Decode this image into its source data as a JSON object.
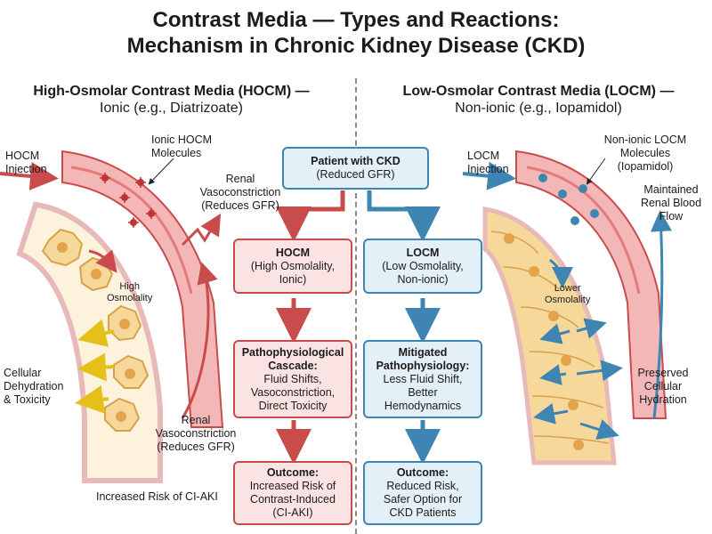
{
  "title": {
    "line1": "Contrast Media — Types and Reactions:",
    "line2": "Mechanism in Chronic Kidney Disease (CKD)"
  },
  "left_header": {
    "line1": "High-Osmolar Contrast Media (HOCM) —",
    "line2": "Ionic (e.g., Diatrizoate)"
  },
  "right_header": {
    "line1": "Low-Osmolar Contrast Media (LOCM) —",
    "line2": "Non-ionic (e.g., Iopamidol)"
  },
  "center": {
    "patient": {
      "line1": "Patient with CKD",
      "line2": "(Reduced GFR)"
    },
    "hocm": {
      "title": "HOCM",
      "line1": "(High Osmolality,",
      "line2": "Ionic)"
    },
    "locm": {
      "title": "LOCM",
      "line1": "(Low Osmolality,",
      "line2": "Non-ionic)"
    },
    "cascade": {
      "title1": "Pathophysiological",
      "title2": "Cascade:",
      "line1": "Fluid Shifts,",
      "line2": "Vasoconstriction,",
      "line3": "Direct Toxicity"
    },
    "mitigated": {
      "title1": "Mitigated",
      "title2": "Pathophysiology:",
      "line1": "Less Fluid Shift,",
      "line2": "Better",
      "line3": "Hemodynamics"
    },
    "outcome_left": {
      "title": "Outcome:",
      "line1": "Increased Risk of",
      "line2": "Contrast-Induced",
      "line3": "(CI-AKI)"
    },
    "outcome_right": {
      "title": "Outcome:",
      "line1": "Reduced Risk,",
      "line2": "Safer Option for",
      "line3": "CKD Patients"
    }
  },
  "left_labels": {
    "injection": [
      "HOCM",
      "Injection"
    ],
    "molecules": [
      "Ionic HOCM",
      "Molecules"
    ],
    "vaso_top": [
      "Renal",
      "Vasoconstriction",
      "(Reduces GFR)"
    ],
    "high_osm": [
      "High",
      "Osmolality"
    ],
    "dehydration": [
      "Cellular",
      "Dehydration",
      "& Toxicity"
    ],
    "vaso_bottom": [
      "Renal",
      "Vasoconstriction",
      "(Reduces GFR)"
    ],
    "risk": "Increased Risk of CI-AKI"
  },
  "right_labels": {
    "injection": [
      "LOCM",
      "Injection"
    ],
    "molecules": [
      "Non-ionic LOCM",
      "Molecules",
      "(Iopamidol)"
    ],
    "flow": [
      "Maintained",
      "Renal Blood",
      "Flow"
    ],
    "low_osm": [
      "Lower",
      "Osmolality"
    ],
    "hydration": [
      "Preserved",
      "Cellular",
      "Hydration"
    ]
  },
  "colors": {
    "red": "#c94c4c",
    "blue": "#3e85b3",
    "vessel": "#e79a9a",
    "cell_fill": "#f6d89a",
    "cell_nucleus": "#e3a34a"
  },
  "icons": [
    "red-arrow",
    "blue-arrow",
    "yellow-arrow",
    "spiky-molecule",
    "round-molecule"
  ]
}
